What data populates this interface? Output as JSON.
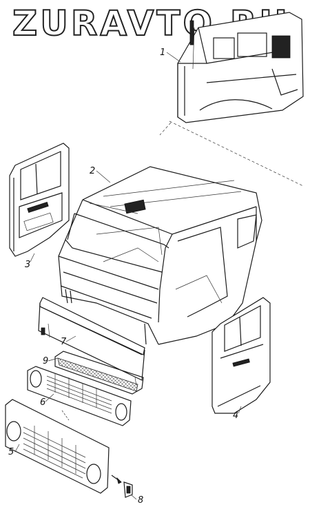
{
  "watermark": "ZURAVTO.RU",
  "callouts": {
    "c1": "1",
    "c2": "2",
    "c3": "3",
    "c4": "4",
    "c5": "5",
    "c6": "6",
    "c7": "7",
    "c8": "8",
    "c9": "9"
  },
  "colors": {
    "line": "#1a1a1a",
    "background": "#ffffff"
  }
}
